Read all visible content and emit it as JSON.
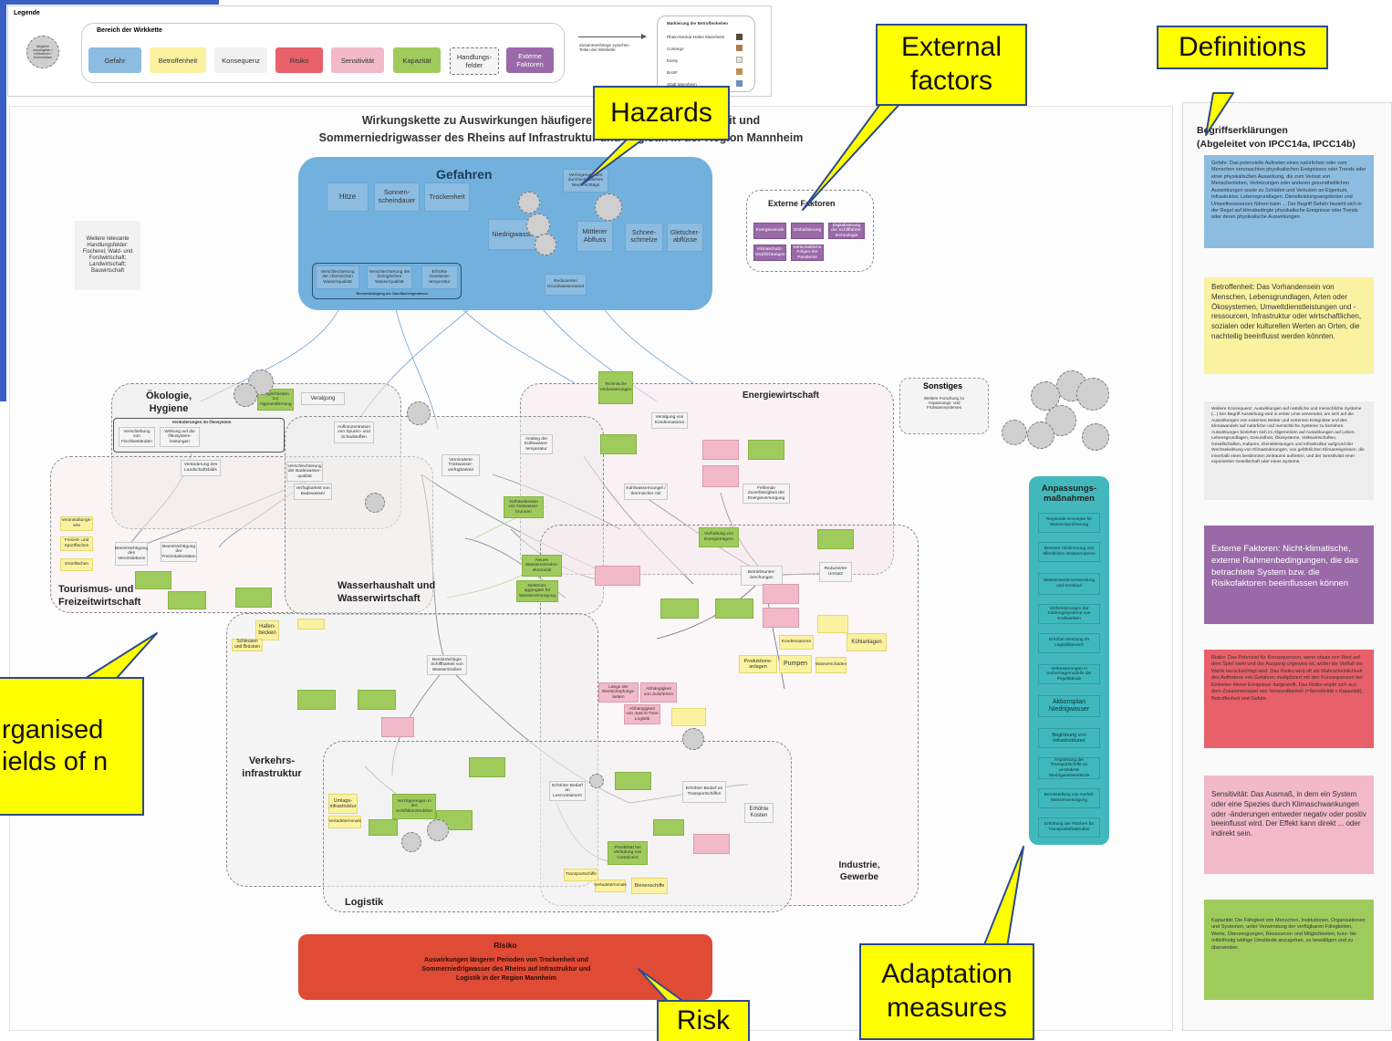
{
  "legend": {
    "title": "Legende",
    "area_title": "Bereich der Wirkkette",
    "circle_text": "Mögliche Impulsgeber / Indikatoren / Kommentare",
    "items": [
      "Gefahr",
      "Betroffenheit",
      "Konsequenz",
      "Risiko",
      "Sensitivität",
      "Kapazität",
      "Handlungs-felder",
      "Externe Faktoren"
    ],
    "arrow_text": "Zusammenhänge zwischen Teilen der Wirkkette",
    "marking_title": "Markierung der Betroffenheiten",
    "marking_items": [
      "Rhein-Neckar-Hafen Mannheim",
      "Contargo",
      "Essity",
      "BASF",
      "Stadt Mannheim"
    ]
  },
  "title": {
    "line1": "Wirkungskette zu Auswirkungen häufigerer und längerer Trockenheit und",
    "line2": "Sommerniedrigwasser des Rheins auf Infrastruktur und Logistik in der Region Mannheim"
  },
  "hazards": {
    "title": "Gefahren",
    "nodes": [
      "Hitze",
      "Sonnen-scheindauer",
      "Trockenheit",
      "Niedrigwasser",
      "Mittlerer Abfluss",
      "Schnee-schmelze",
      "Gletscher-abflüsse",
      "Verringerung des durchschnittlichen Niederschlags",
      "Verschlechterung der chemischen Wasserqualität",
      "Verschlechterung der biologischen Wasserqualität",
      "Erhöhte Gewässer-temperatur",
      "Reduzierten Grundwasserstand"
    ],
    "subbox": "Beeinträchtigung der Oberflächengewässer"
  },
  "external": {
    "title": "Externe Faktoren",
    "items": [
      "Energiewende",
      "Globalisierung",
      "Digitalisierung der Schifffahrts-technologie",
      "Klimaschutz-Verpflichtungen",
      "Wirtschaftliche Folgen der Pandemie"
    ]
  },
  "sonstiges": {
    "title": "Sonstiges",
    "text": "Weitere Forschung zu Anpassungs- und Frühwarnsystemen"
  },
  "other_fields": "Weitere relevante Handlungsfelder: Fischerei; Wald- und Forstwirtschaft; Landwirtschaft; Bauwirtschaft",
  "sectors": {
    "oekologie": "Ökologie, Hygiene",
    "energie": "Energiewirtschaft",
    "tourismus": "Tourismus- und Freizeitwirtschaft",
    "wasser": "Wasserhaushalt und Wasserwirtschaft",
    "verkehr": "Verkehrs-infrastruktur",
    "logistik": "Logistik",
    "industrie": "Industrie, Gewerbe"
  },
  "nodes": {
    "veralgung": "Veralgung",
    "algen": "Möglichkeiten zur Algenentfernung",
    "veraenderungen_oeko": "Veränderungen im Ökosystem",
    "fischbestand": "Verschiebung von Fischbeständen",
    "oekosystemleistungen": "Wirkung auf die Ökosystem-leistungen",
    "landschaftsbild": "Veränderung des Landschaftsbilds",
    "badewasser": "Verfügbarkeit von Badewasser",
    "badequalitaet": "Verschlechterung der Badewasser-qualität",
    "schadstoffe": "Aufkonzentration von Spuren- und Schadstoffen",
    "trinkwasser": "Verminderte Trinkwasser-verfügbarkeit",
    "kuehlwassertemp": "Anstieg der Kühlwasser-temperatur",
    "notwasser": "Vorhandensein von Notwasser-brunnen",
    "wassersparen": "Neues Wasserentnahm-ekonomik",
    "wasserversorgung": "Notstrom-aggregate für Wasserversorgung",
    "technische_verb": "Technische Verbesserungen",
    "kondensatoren": "Veralgung von Kondensatoren",
    "kuehlwassermangel": "Kühlwassermangel / thermischer Akt",
    "energieerzeugung": "Fehlende Zuverlässigkeit der Energieversorgung",
    "energietraeger": "Vorhaltung von Energieträgern",
    "betriebsunterbrechungen": "Betriebsunter-brechungen",
    "umsatz": "Reduzierter Umsatz",
    "kuehlanlagen": "Kühlanlagen",
    "pumpen": "Pumpen",
    "produktionsanlagen": "Produktions-anlagen",
    "wasserschaeden": "Wasserschäden",
    "kondensatoren2": "Kondensatoren",
    "schiffbarkeit": "Beeinträchtigte Schiffbarkeit von Wasserstraßen",
    "hafenbecken": "Hafen-becken",
    "schleusen": "Schleusen und Brücken",
    "leercontainern": "Erhöhter Bedarf an Leercontainern",
    "transportschiffen": "Erhöhter Bedarf an Transportschiffen",
    "kosten": "Erhöhte Kosten",
    "flexibilitaet": "Flexibilität bei Verladung von Containern",
    "binnenschiffe": "Binnenschiffe",
    "umlageinfra": "Umlage-infrastruktur",
    "verladeterminals": "Verladeterminals",
    "verzoegerungen": "Verzögerungen in der Schiffskonstruktion",
    "transportschiffe": "Transportschiffe",
    "laenge": "Länge der Wertschöpfungs-ketten",
    "zulieferern": "Abhängigkeit von Zulieferern",
    "just_in_time": "Abhängigkeit von Just-in-Time Logistik",
    "freizeit": "Beeinträchtigung der Freizeitaktivitäten",
    "vereinsleben": "Beeinträchtigung des Vereinslebens",
    "veranstaltungsorte": "Veranstaltungs-orte",
    "sportflaechen": "Freizeit- und Sportflächen",
    "gruenflaechen": "Grünflächen"
  },
  "adaptation": {
    "title": "Anpassungs-maßnahmen",
    "items": [
      "Regionale Konzepte für Wasserspeicherung",
      "Bessere Abstimmung von öffentlichen Wassernutzern",
      "Wasserwiederverwendung und Kreislauf",
      "Verbesserungen der Kühlungssysteme von Kraftwerken",
      "Erhöhte Messung im Logistikbereich",
      "Verbesserungen in Vorhersagemodelle der Pegelstände",
      "Aktionsplan Niedrigwasser",
      "Begrünung von Infrastrukturen",
      "Anpassung der Transportschiffe an veränderte Niedrigwasserstände",
      "Bereitstellung von Notfall-Wasserversorgung",
      "Erhöhung der Flächen für Transportinfrastruktur"
    ]
  },
  "risk": {
    "title": "Risiko",
    "text": "Auswirkungen längerer Perioden von Trockenheit und Sommerniedrigwasser des Rheins auf Infrastruktur und Logistik in der Region Mannheim"
  },
  "definitions": {
    "title1": "Begriffserklärungen",
    "title2": "(Abgeleitet von IPCC14a, IPCC14b)",
    "gefahr": "Gefahr: Das potenzielle Auftreten eines natürlichen oder vom Menschen verursachten physikalischen Ereignisses oder Trends oder einer physikalischen Auswirkung, die zum Verlust von Menschenleben, Verletzungen oder anderen gesundheitlichen Auswirkungen sowie zu Schäden und Verlusten an Eigentum, Infrastruktur, Lebensgrundlagen, Dienstleistungsangeboten und Umweltressourcen führen kann ... Der Begriff Gefahr bezieht sich in der Regel auf klimabedingte physikalische Ereignisse oder Trends oder deren physikalische Auswirkungen.",
    "betroffenheit": "Betroffenheit: Das Vorhandensein von Menschen, Lebensgrundlagen, Arten oder Ökosystemen, Umweltdienstleistungen und -ressourcen, Infrastruktur oder wirtschaftlichen, sozialen oder kulturellen Werten an Orten, die nachteilig beeinflusst werden könnten.",
    "konsequenz": "Weitere Konsequenz: Auswirkungen auf natürliche und menschliche Systeme (...) Der Begriff Auswirkung wird in erster Linie verwendet, um sich auf die Auswirkungen von extremen Wetter und extremen Ereignisse und des Klimawandels auf natürliche und menschliche Systeme zu beziehen. Auswirkungen beziehen sich im Allgemeinen auf Auswirkungen auf Leben, Lebensgrundlagen, Gesundheit, Ökosysteme, Volkswirtschaften, Gesellschaften, Kulturen, Dienstleistungen und Infrastruktur aufgrund der Wechselwirkung von Klimaänderungen, von gefährlichen Klimaereignissen, die innerhalb eines bestimmten Zeitraums auftreten, und der Sensitivität einer exponierten Gesellschaft oder eines Systems.",
    "externe": "Externe Faktoren: Nicht-klimatische, externe Rahmenbedingungen, die das betrachtete System bzw. die Risikofaktoren beeinflussen können",
    "risiko": "Risiko: Das Potenzial für Konsequenzen, wenn etwas von Wert auf dem Spiel steht und der Ausgang ungewiss ist, wobei die Vielfalt der Werte berücksichtigt wird. Das Risiko wird oft als Wahrscheinlichkeit des Auftretens von Gefahren multipliziert mit den Konsequenzen bei Eintreten dieser Ereignisse dargestellt. Das Risiko ergibt sich aus dem Zusammenspiel von Verwundbarkeit (=Sensitivität x Kapazität), Betroffenheit und Gefahr.",
    "sensitivitaet": "Sensitivität: Das Ausmaß, in dem ein System oder eine Spezies durch Klimaschwankungen oder -änderungen entweder negativ oder positiv beeinflusst wird. Der Effekt kann direkt ... oder indirekt sein.",
    "kapazitaet": "Kapazität: Die Fähigkeit von Menschen, Institutionen, Organisationen und Systemen, unter Verwendung der verfügbaren Fähigkeiten, Werte, Überzeugungen, Ressourcen und Möglichkeiten, kurz- bis mittelfristig widrige Umstände anzugehen, zu bewältigen und zu überwinden."
  },
  "callouts": {
    "external": "External factors",
    "definitions": "Definitions",
    "hazards": "Hazards",
    "organised": "rganised ields of n",
    "adaptation": "Adaptation measures",
    "risk": "Risk"
  },
  "colors": {
    "gefahr": "#8cbce0",
    "betroffenheit": "#faf2a0",
    "konsequenz": "#f1f1f1",
    "risiko": "#e8606a",
    "sensitivitaet": "#f2b9c8",
    "kapazitaet": "#9fcb5c",
    "externe": "#9a6aa8",
    "anpassung": "#3fb8bc",
    "callout": "#ffff00",
    "risk_box": "#e04b35"
  }
}
